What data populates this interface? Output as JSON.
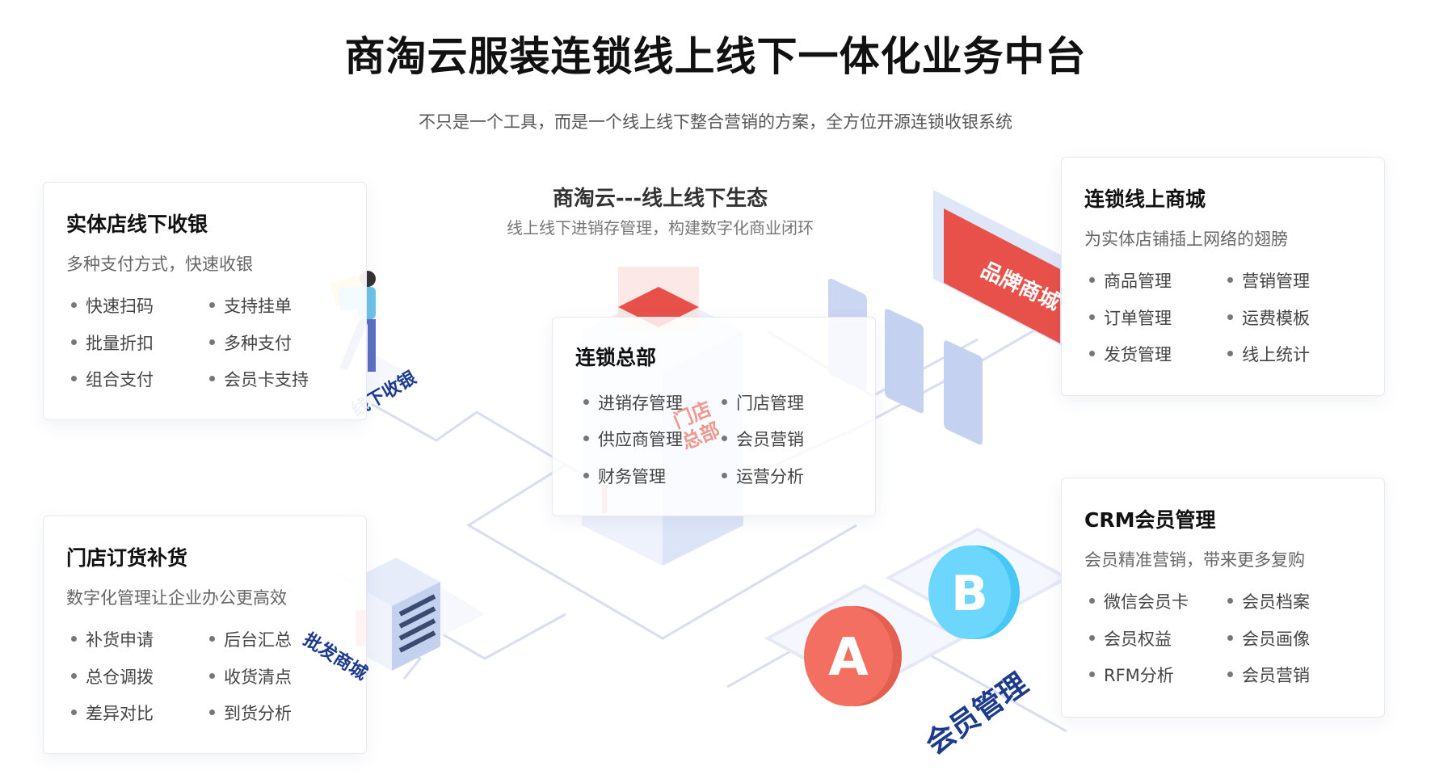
{
  "header": {
    "title": "商淘云服装连锁线上线下一体化业务中台",
    "subtitle": "不只是一个工具，而是一个线上线下整合营销的方案，全方位开源连锁收银系统"
  },
  "center": {
    "title": "商淘云---线上线下生态",
    "subtitle": "线上线下进销存管理，构建数字化商业闭环"
  },
  "cards": [
    {
      "title": "实体店线下收银",
      "desc": "多种支付方式，快速收银",
      "items": [
        "快速扫码",
        "支持挂单",
        "批量折扣",
        "多种支付",
        "组合支付",
        "会员卡支持"
      ]
    },
    {
      "title": "门店订货补货",
      "desc": "数字化管理让企业办公更高效",
      "items": [
        "补货申请",
        "后台汇总",
        "总仓调拨",
        "收货清点",
        "差异对比",
        "到货分析"
      ]
    },
    {
      "title": "连锁线上商城",
      "desc": "为实体店铺插上网络的翅膀",
      "items": [
        "商品管理",
        "营销管理",
        "订单管理",
        "运费模板",
        "发货管理",
        "线上统计"
      ]
    },
    {
      "title": "CRM会员管理",
      "desc": "会员精准营销，带来更多复购",
      "items": [
        "微信会员卡",
        "会员档案",
        "会员权益",
        "会员画像",
        "RFM分析",
        "会员营销"
      ]
    },
    {
      "title": "连锁总部",
      "items": [
        "进销存管理",
        "门店管理",
        "供应商管理",
        "会员营销",
        "财务管理",
        "运营分析"
      ]
    }
  ],
  "illustration": {
    "offline_label": "线下收银",
    "wholesale_label": "批发商城",
    "member_label": "会员管理",
    "brand_mall_label": "品牌商城",
    "hq_label": "门店总部",
    "coin_a": "A",
    "coin_b": "B"
  },
  "colors": {
    "red": "#e8514a",
    "blue": "#5fd0fb",
    "navy": "#1c3b8c",
    "line": "#d5dbef"
  }
}
